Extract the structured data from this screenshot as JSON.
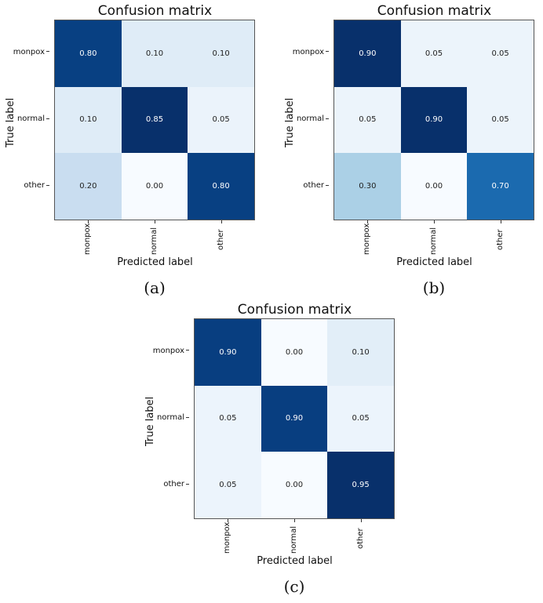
{
  "chart_data": [
    {
      "id": "a",
      "type": "heatmap",
      "title": "Confusion matrix",
      "xlabel": "Predicted label",
      "ylabel": "True label",
      "x_ticks": [
        "monpox",
        "normal",
        "other"
      ],
      "y_ticks": [
        "monpox",
        "normal",
        "other"
      ],
      "values": [
        [
          0.8,
          0.1,
          0.1
        ],
        [
          0.1,
          0.85,
          0.05
        ],
        [
          0.2,
          0.0,
          0.8
        ]
      ],
      "labels": [
        [
          "0.80",
          "0.10",
          "0.10"
        ],
        [
          "0.10",
          "0.85",
          "0.05"
        ],
        [
          "0.20",
          "0.00",
          "0.80"
        ]
      ],
      "colormap": "Blues",
      "caption": "(a)"
    },
    {
      "id": "b",
      "type": "heatmap",
      "title": "Confusion matrix",
      "xlabel": "Predicted label",
      "ylabel": "True label",
      "x_ticks": [
        "monpox",
        "normal",
        "other"
      ],
      "y_ticks": [
        "monpox",
        "normal",
        "other"
      ],
      "values": [
        [
          0.9,
          0.05,
          0.05
        ],
        [
          0.05,
          0.9,
          0.05
        ],
        [
          0.3,
          0.0,
          0.7
        ]
      ],
      "labels": [
        [
          "0.90",
          "0.05",
          "0.05"
        ],
        [
          "0.05",
          "0.90",
          "0.05"
        ],
        [
          "0.30",
          "0.00",
          "0.70"
        ]
      ],
      "colormap": "Blues",
      "caption": "(b)"
    },
    {
      "id": "c",
      "type": "heatmap",
      "title": "Confusion matrix",
      "xlabel": "Predicted label",
      "ylabel": "True label",
      "x_ticks": [
        "monpox",
        "normal",
        "other"
      ],
      "y_ticks": [
        "monpox",
        "normal",
        "other"
      ],
      "values": [
        [
          0.9,
          0.0,
          0.1
        ],
        [
          0.05,
          0.9,
          0.05
        ],
        [
          0.05,
          0.0,
          0.95
        ]
      ],
      "labels": [
        [
          "0.90",
          "0.00",
          "0.10"
        ],
        [
          "0.05",
          "0.90",
          "0.05"
        ],
        [
          "0.05",
          "0.00",
          "0.95"
        ]
      ],
      "colormap": "Blues",
      "caption": "(c)"
    }
  ]
}
